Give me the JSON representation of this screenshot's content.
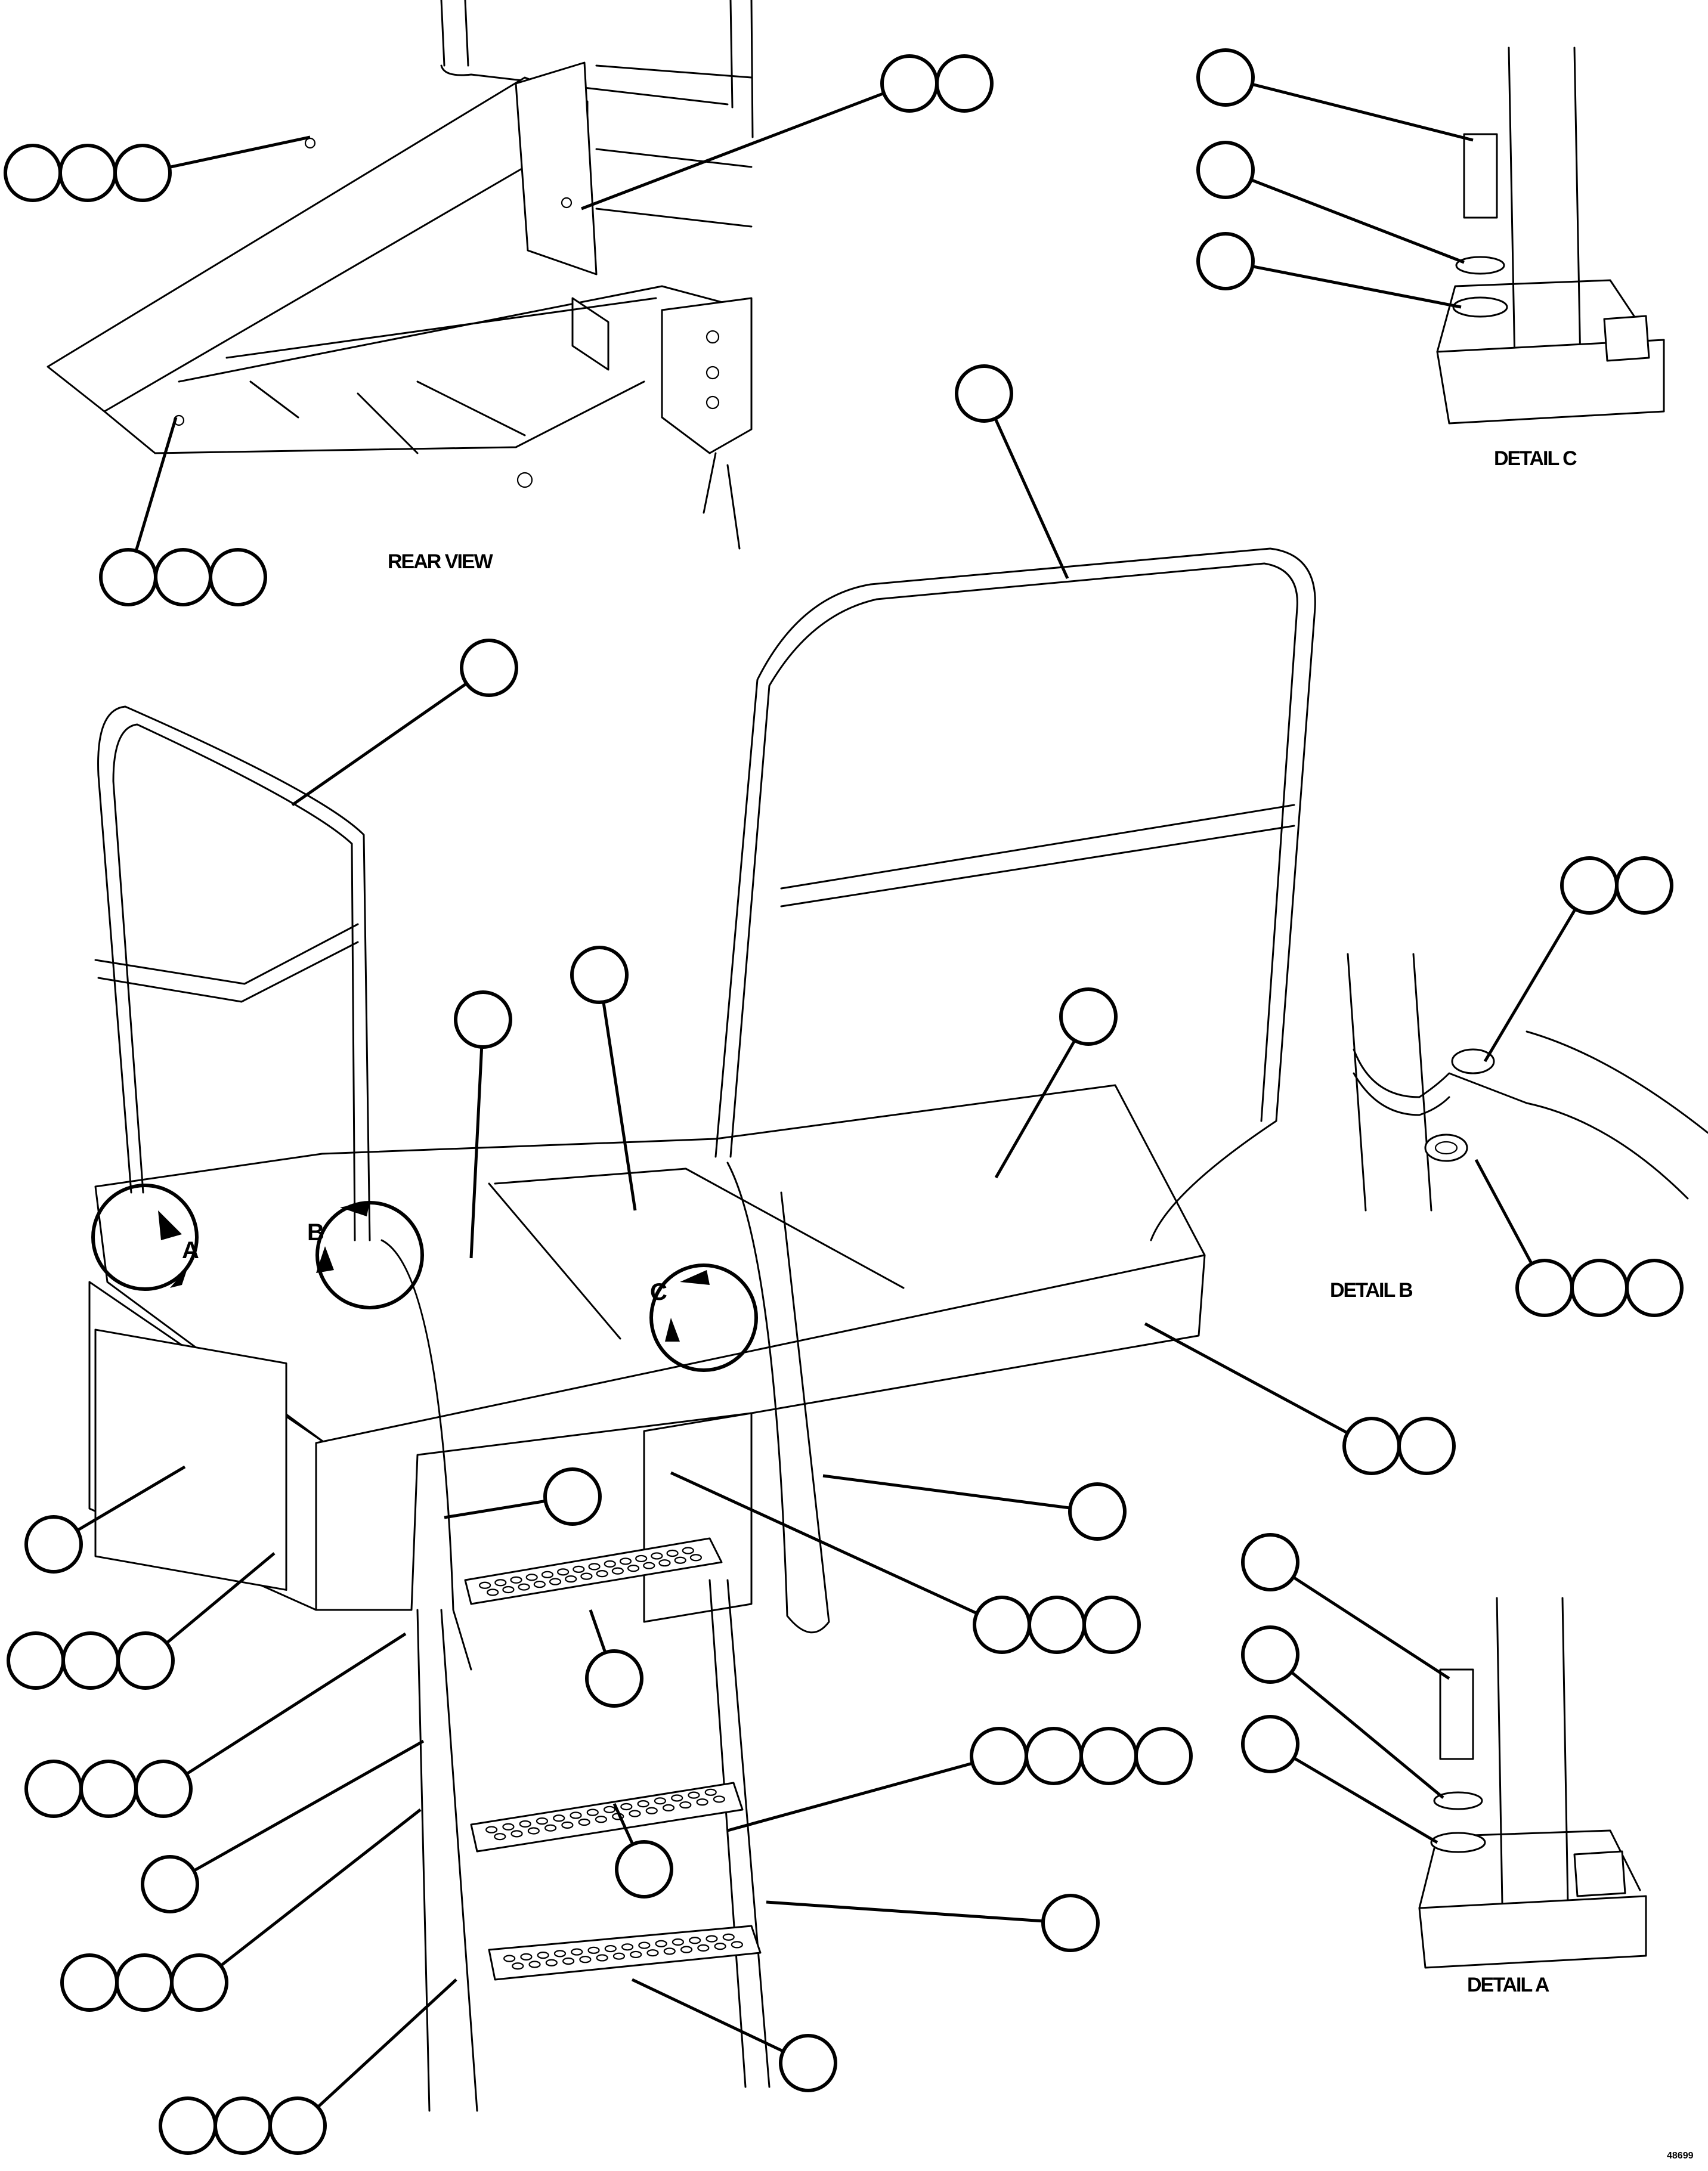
{
  "document": {
    "type": "parts-catalog-illustration",
    "subject": "Access ladder and platform with handrails",
    "drawing_number": "48699"
  },
  "view_labels": {
    "rear_view": "REAR VIEW",
    "detail_a": "DETAIL A",
    "detail_b": "DETAIL B",
    "detail_c": "DETAIL C"
  },
  "detail_markers": {
    "a": "A",
    "b": "B",
    "c": "C"
  },
  "callouts": [
    {
      "id": "rear-left-top",
      "bubbles": 3,
      "text": [
        "",
        "",
        ""
      ]
    },
    {
      "id": "rear-right-top",
      "bubbles": 2,
      "text": [
        "",
        ""
      ]
    },
    {
      "id": "rear-left-bottom",
      "bubbles": 3,
      "text": [
        "",
        "",
        ""
      ]
    },
    {
      "id": "detail-c-bolt",
      "bubbles": 1,
      "text": [
        ""
      ]
    },
    {
      "id": "detail-c-washer-top",
      "bubbles": 1,
      "text": [
        ""
      ]
    },
    {
      "id": "detail-c-washer-bottom",
      "bubbles": 1,
      "text": [
        ""
      ]
    },
    {
      "id": "right-handrail",
      "bubbles": 1,
      "text": [
        ""
      ]
    },
    {
      "id": "left-handrail",
      "bubbles": 1,
      "text": [
        ""
      ]
    },
    {
      "id": "platform-left-plate",
      "bubbles": 1,
      "text": [
        ""
      ]
    },
    {
      "id": "platform-center-plate",
      "bubbles": 1,
      "text": [
        ""
      ]
    },
    {
      "id": "platform-right-plate",
      "bubbles": 1,
      "text": [
        ""
      ]
    },
    {
      "id": "detail-b-bolt",
      "bubbles": 2,
      "text": [
        "",
        ""
      ]
    },
    {
      "id": "detail-b-nut",
      "bubbles": 3,
      "text": [
        "",
        "",
        ""
      ]
    },
    {
      "id": "bracket-hardware",
      "bubbles": 2,
      "text": [
        "",
        ""
      ]
    },
    {
      "id": "side-panel",
      "bubbles": 1,
      "text": [
        ""
      ]
    },
    {
      "id": "side-panel-hardware",
      "bubbles": 3,
      "text": [
        "",
        "",
        ""
      ]
    },
    {
      "id": "ladder-rail-left-upper",
      "bubbles": 1,
      "text": [
        ""
      ]
    },
    {
      "id": "ladder-handrail-right",
      "bubbles": 1,
      "text": [
        ""
      ]
    },
    {
      "id": "mount-bracket-hardware",
      "bubbles": 3,
      "text": [
        "",
        "",
        ""
      ]
    },
    {
      "id": "step-1",
      "bubbles": 1,
      "text": [
        ""
      ]
    },
    {
      "id": "handrail-clamp-hardware",
      "bubbles": 3,
      "text": [
        "",
        "",
        ""
      ]
    },
    {
      "id": "ladder-hardware-right",
      "bubbles": 4,
      "text": [
        "",
        "",
        "",
        ""
      ]
    },
    {
      "id": "ladder-stringer-left",
      "bubbles": 1,
      "text": [
        ""
      ]
    },
    {
      "id": "step-2",
      "bubbles": 1,
      "text": [
        ""
      ]
    },
    {
      "id": "ladder-hardware-left",
      "bubbles": 3,
      "text": [
        "",
        "",
        ""
      ]
    },
    {
      "id": "ladder-stringer-right",
      "bubbles": 1,
      "text": [
        ""
      ]
    },
    {
      "id": "step-3",
      "bubbles": 1,
      "text": [
        ""
      ]
    },
    {
      "id": "ladder-bottom-hardware",
      "bubbles": 3,
      "text": [
        "",
        "",
        ""
      ]
    },
    {
      "id": "detail-a-bolt",
      "bubbles": 1,
      "text": [
        ""
      ]
    },
    {
      "id": "detail-a-washer-top",
      "bubbles": 1,
      "text": [
        ""
      ]
    },
    {
      "id": "detail-a-washer-bottom",
      "bubbles": 1,
      "text": [
        ""
      ]
    }
  ],
  "colors": {
    "line": "#000000",
    "background": "#ffffff"
  }
}
